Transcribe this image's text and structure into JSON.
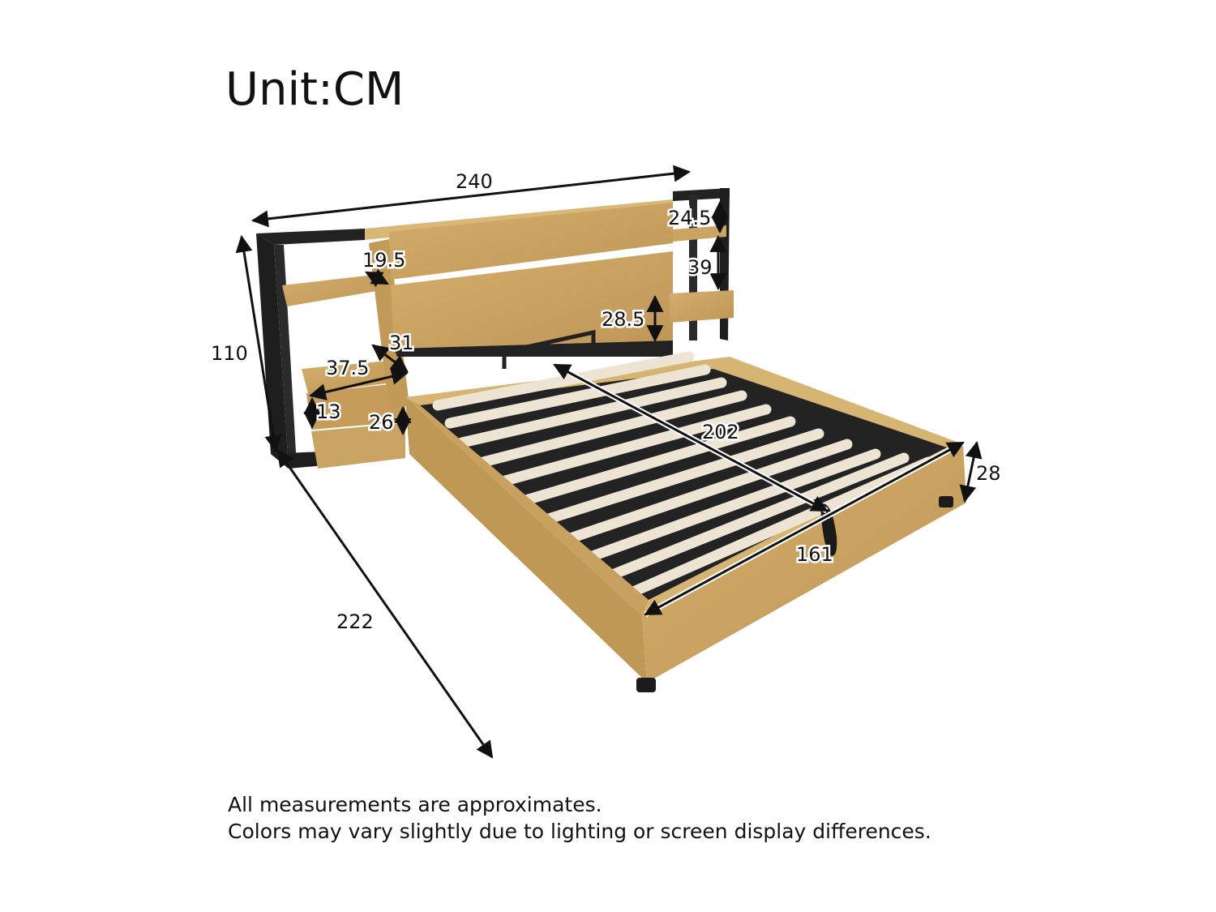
{
  "header": {
    "title": "Unit:CM"
  },
  "dimensions": {
    "overall_width": "240",
    "overall_height": "110",
    "overall_length": "222",
    "mattress_length": "202",
    "mattress_width": "161",
    "frame_height": "28",
    "top_shelf_height": "24.5",
    "right_shelf_gap": "39",
    "headboard_clearance": "28.5",
    "headboard_depth": "19.5",
    "side_cabinet_depth": "31",
    "side_cabinet_width": "37.5",
    "drawer_height": "13",
    "lower_gap": "26"
  },
  "colors": {
    "wood": "#c9a462",
    "wood_dark": "#a9813f",
    "metal": "#1e1e1e",
    "slat": "#ede4d3"
  },
  "footer": {
    "note1": "All measurements are approximates.",
    "note2": "Colors may vary slightly due to lighting or screen display differences."
  }
}
